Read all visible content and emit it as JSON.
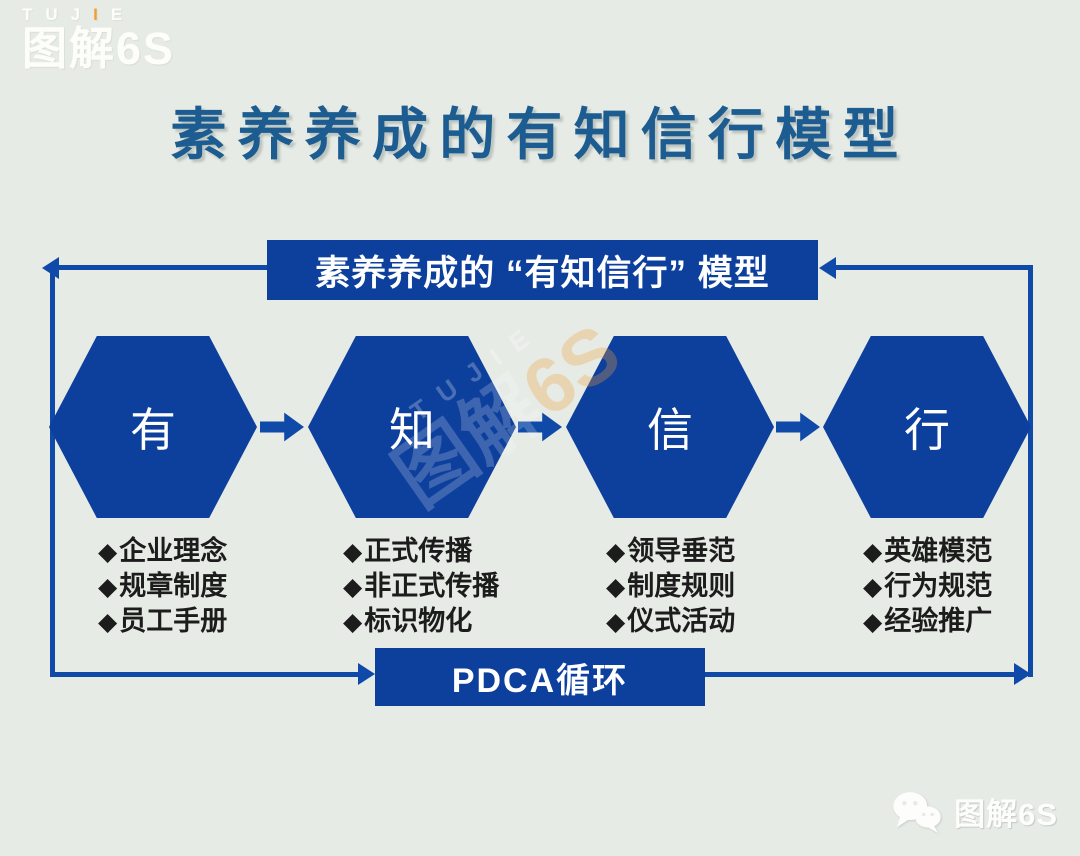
{
  "colors": {
    "background": "#e7ebe6",
    "shape_blue": "#0d3f9d",
    "line_blue": "#0f4aa8",
    "title_blue": "#1d5c90",
    "list_text": "#1c1c1c",
    "logo_accent_orange": "#f0a030",
    "white": "#ffffff"
  },
  "logo": {
    "letters": [
      "T",
      "U",
      "J",
      "I",
      "E"
    ],
    "name": "图解6S"
  },
  "title": {
    "text": "素养养成的有知信行模型"
  },
  "model": {
    "header": "素养养成的 “有知信行” 模型",
    "bullet": "◆",
    "pdca": "PDCA循环",
    "stages": [
      {
        "label": "有",
        "items": [
          "企业理念",
          "规章制度",
          "员工手册"
        ]
      },
      {
        "label": "知",
        "items": [
          "正式传播",
          "非正式传播",
          "标识物化"
        ]
      },
      {
        "label": "信",
        "items": [
          "领导垂范",
          "制度规则",
          "仪式活动"
        ]
      },
      {
        "label": "行",
        "items": [
          "英雄模范",
          "行为规范",
          "经验推广"
        ]
      }
    ]
  },
  "watermark": {
    "line1": "TUJIE",
    "line2_part1": "图解",
    "line2_part2": "6S"
  },
  "footer": {
    "label": "图解6S"
  }
}
